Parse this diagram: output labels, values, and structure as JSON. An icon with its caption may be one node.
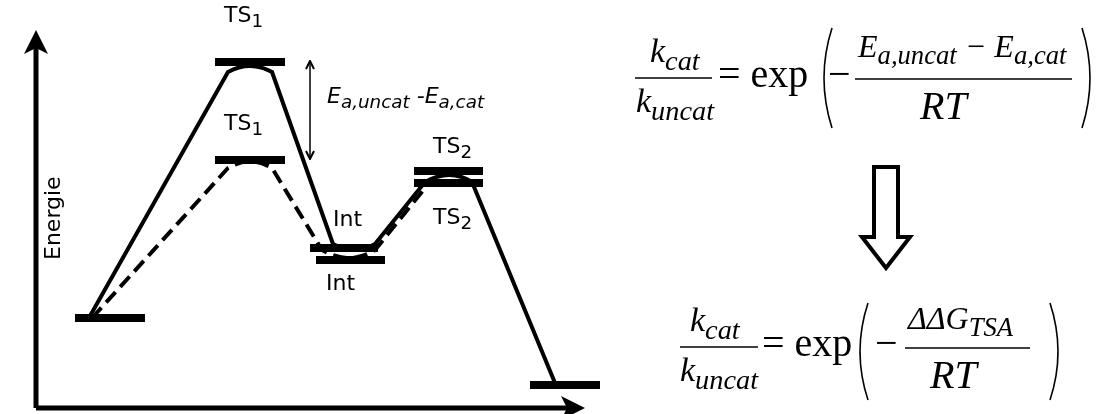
{
  "diagram": {
    "labels": [
      "Energie",
      "TS$_{1}$",
      "E$_{a,uncat}$ -E$_{a,cat}$",
      "TS$_{1}$",
      "TS$_{2}$",
      "Int",
      "TS$_{2}$",
      "Int",
      "k$_{cat}$",
      "k$_{uncat}$",
      "= exp",
      "−",
      "E$_{a,uncat}$ − E$_{a,cat}$",
      "RT",
      "k$_{cat}$",
      "k$_{uncat}$",
      "= exp",
      "−",
      "ΔΔG$_{TSA}$",
      "RT"
    ]
  }
}
